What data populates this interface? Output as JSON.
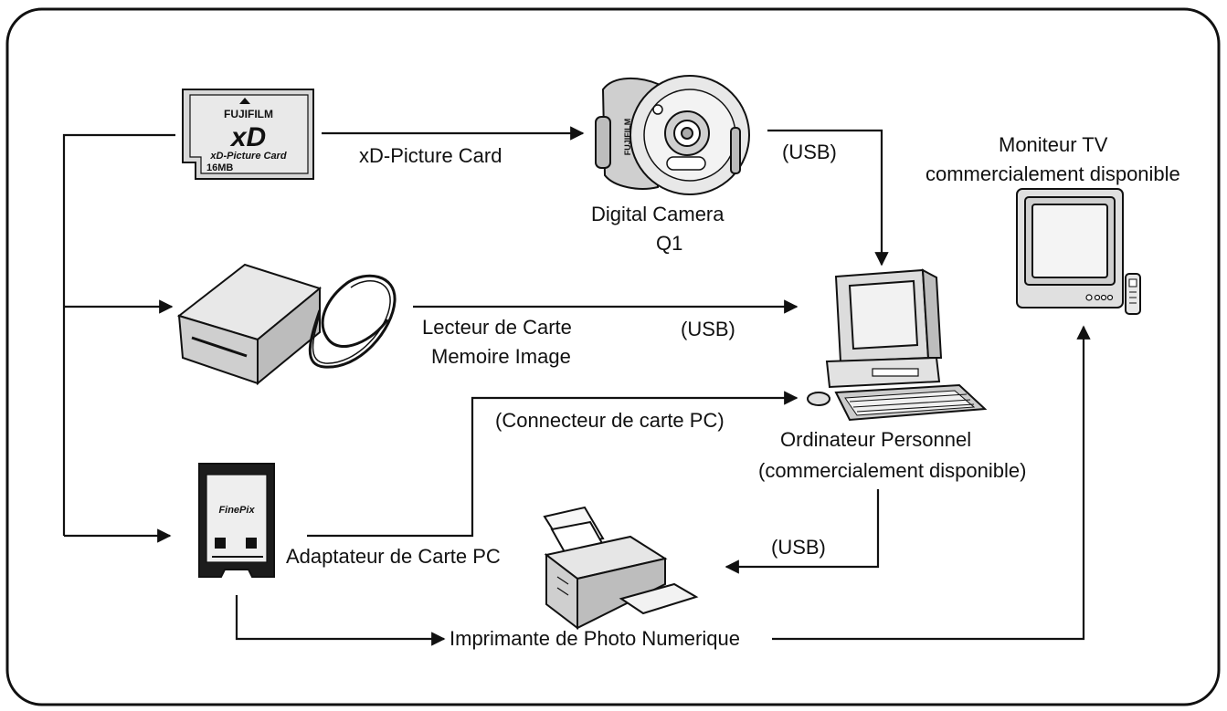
{
  "labels": {
    "xd_card": "xD-Picture Card",
    "usb_camera": "(USB)",
    "camera_line1": "Digital Camera",
    "camera_line2": "Q1",
    "tv_line1": "Moniteur TV",
    "tv_line2": "commercialement disponible",
    "reader_line1": "Lecteur de Carte",
    "reader_line2": "Memoire Image",
    "usb_reader": "(USB)",
    "pc_connector": "(Connecteur de carte PC)",
    "pc_line1": "Ordinateur Personnel",
    "pc_line2": "(commercialement disponible)",
    "usb_printer": "(USB)",
    "pc_adapter": "Adaptateur de Carte PC",
    "printer": "Imprimante de Photo Numerique"
  },
  "devices": {
    "card_brand": "FUJIFILM",
    "card_logo": "xD",
    "card_name": "xD-Picture Card",
    "card_capacity": "16MB",
    "camera_brand": "FUJIFILM",
    "adapter_brand": "FinePix"
  },
  "colors": {
    "line": "#111111",
    "device_fill": "#e6e6e6",
    "device_dark": "#9a9a9a"
  }
}
